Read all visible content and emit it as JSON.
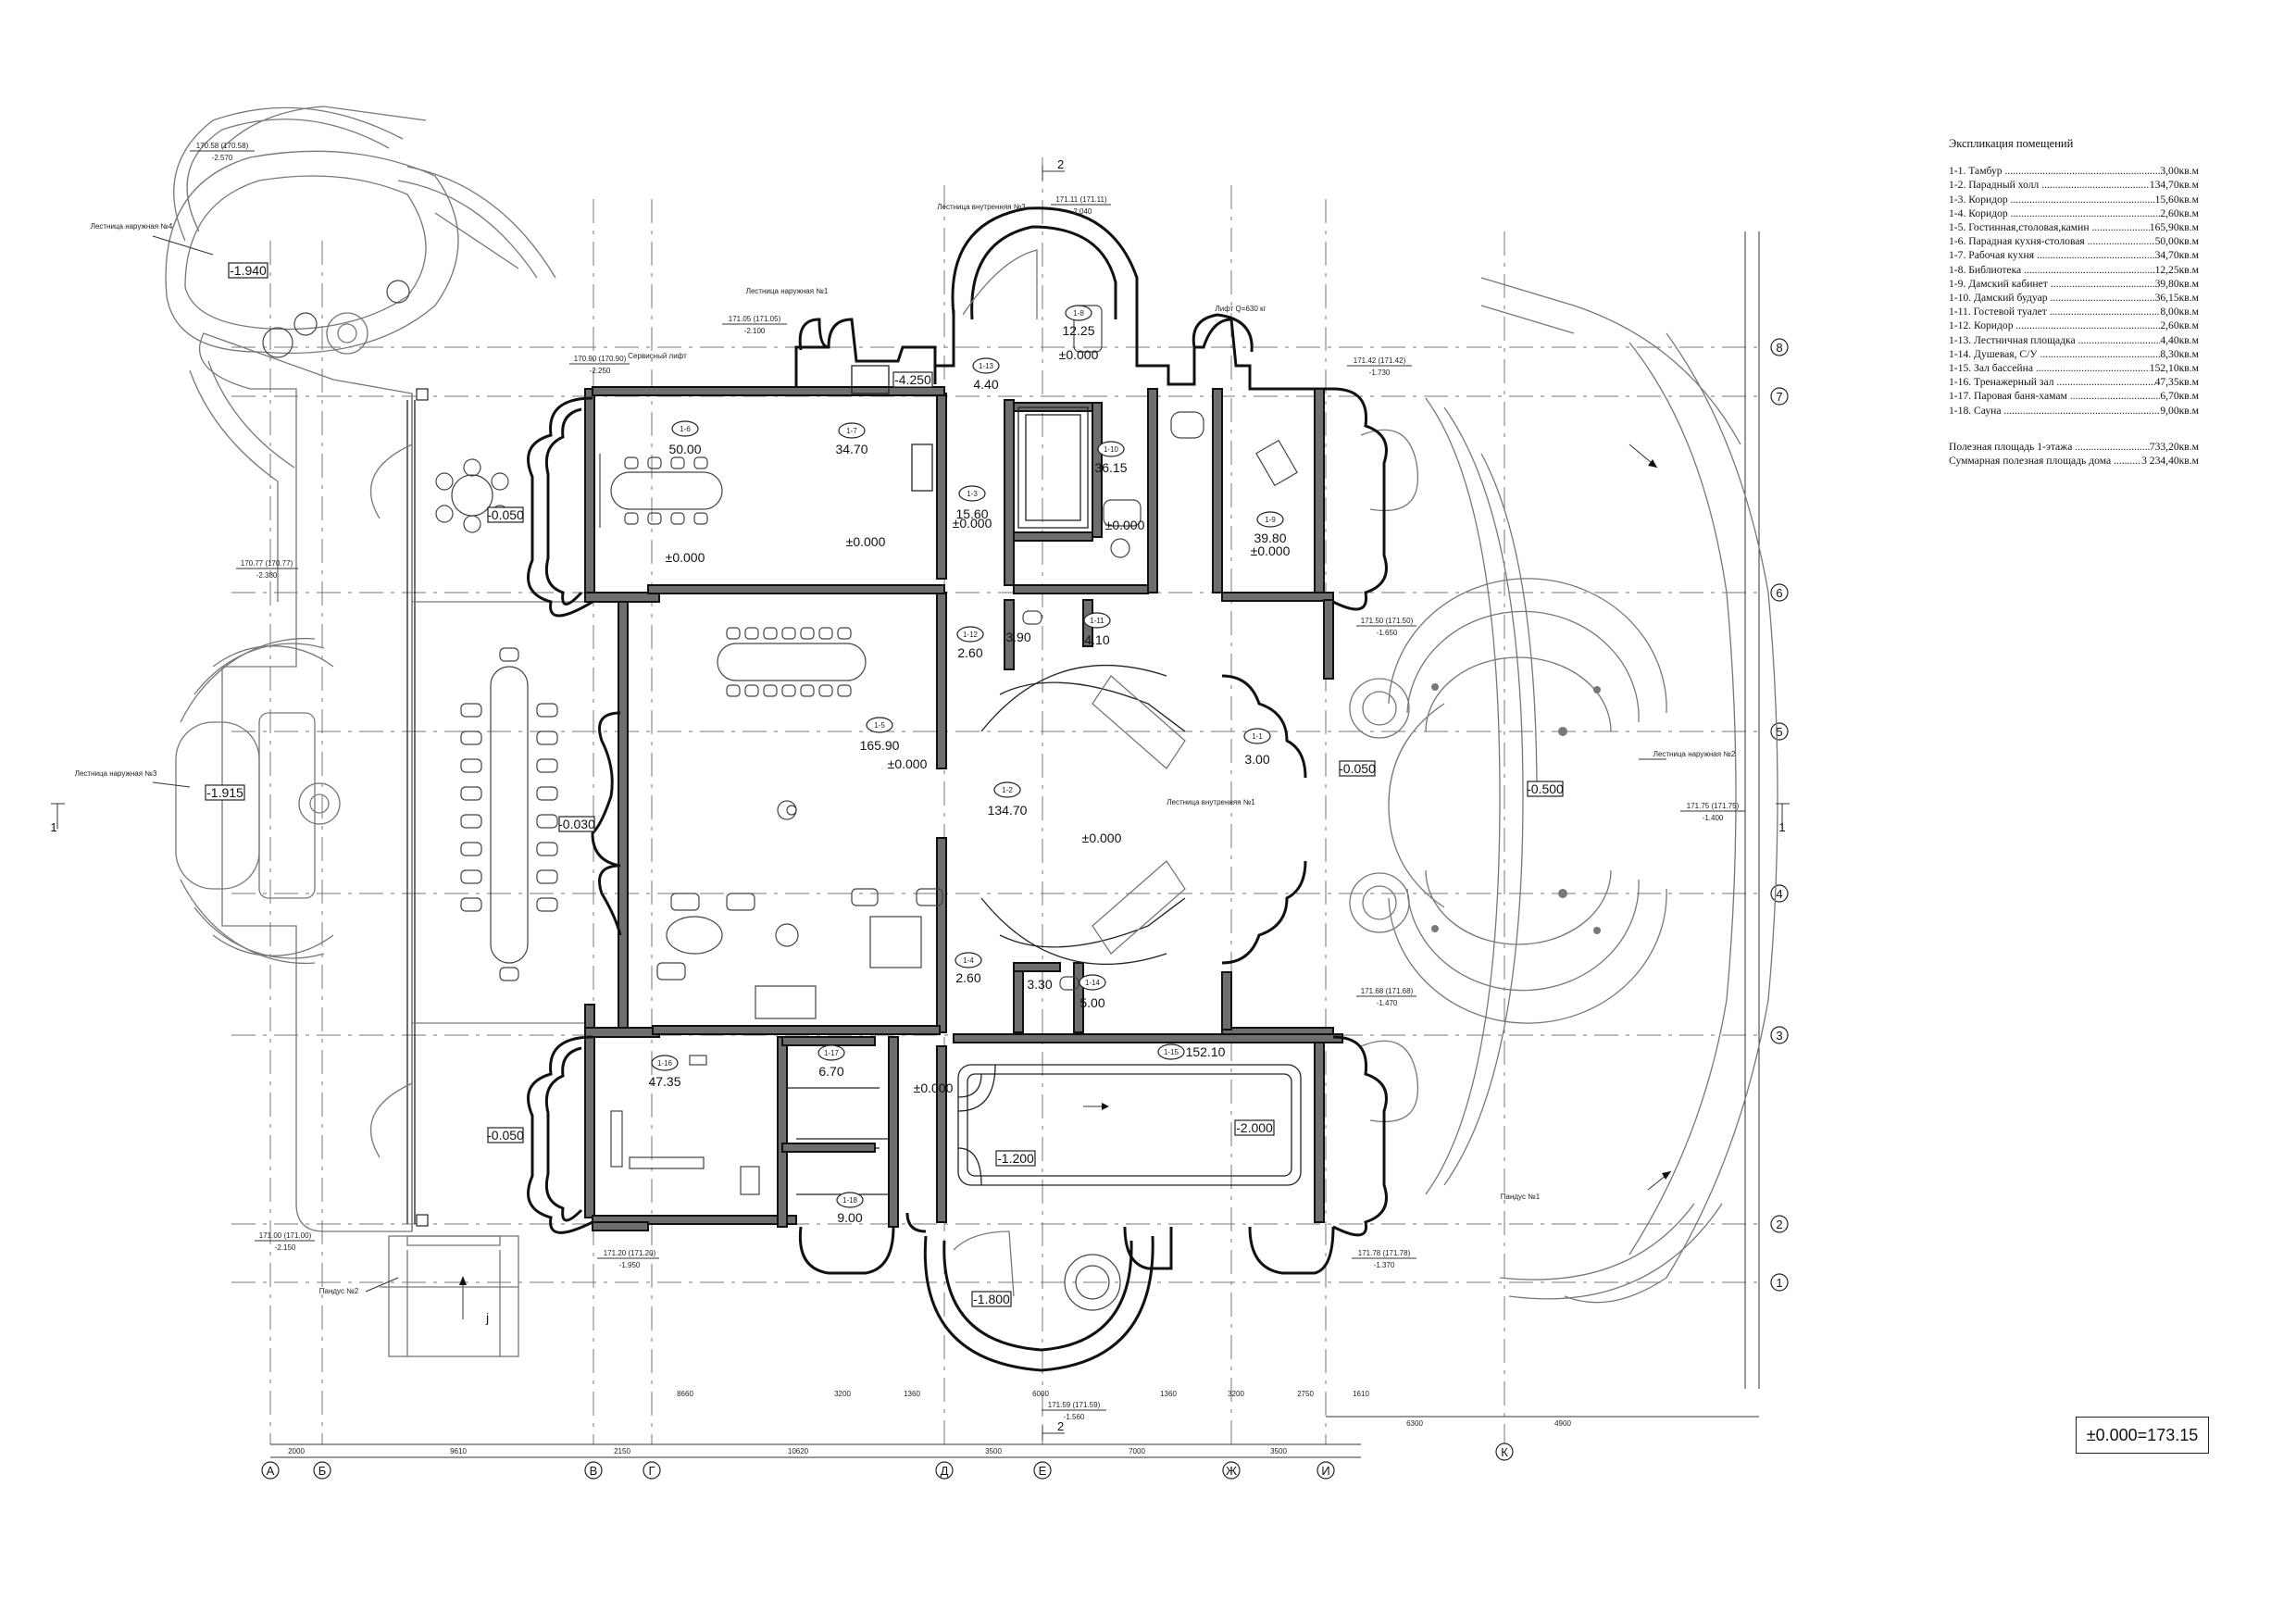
{
  "legend": {
    "title": "Экспликация помещений",
    "rooms": [
      {
        "name": "1-1. Тамбур",
        "area": "3,00кв.м"
      },
      {
        "name": "1-2. Парадный холл",
        "area": "134,70кв.м"
      },
      {
        "name": "1-3. Коридор",
        "area": "15,60кв.м"
      },
      {
        "name": "1-4. Коридор",
        "area": "2,60кв.м"
      },
      {
        "name": "1-5. Гостинная,столовая,камин",
        "area": "165,90кв.м"
      },
      {
        "name": "1-6. Парадная кухня-столовая",
        "area": "50,00кв.м"
      },
      {
        "name": "1-7. Рабочая кухня",
        "area": "34,70кв.м"
      },
      {
        "name": "1-8. Библиотека",
        "area": "12,25кв.м"
      },
      {
        "name": "1-9. Дамский кабинет",
        "area": "39,80кв.м"
      },
      {
        "name": "1-10. Дамский будуар",
        "area": "36,15кв.м"
      },
      {
        "name": "1-11. Гостевой туалет",
        "area": "8,00кв.м"
      },
      {
        "name": "1-12. Коридор",
        "area": "2,60кв.м"
      },
      {
        "name": "1-13. Лестничная площадка",
        "area": "4,40кв.м"
      },
      {
        "name": "1-14. Душевая, С/У",
        "area": "8,30кв.м"
      },
      {
        "name": "1-15. Зал бассейна",
        "area": "152,10кв.м"
      },
      {
        "name": "1-16. Тренажерный зал",
        "area": "47,35кв.м"
      },
      {
        "name": "1-17. Паровая баня-хамам",
        "area": "6,70кв.м"
      },
      {
        "name": "1-18. Сауна",
        "area": "9,00кв.м"
      }
    ],
    "usable_floor": {
      "name": "Полезная площадь 1-этажа",
      "area": "733,20кв.м"
    },
    "usable_total": {
      "name": "Суммарная полезная площадь дома",
      "area": "3 234,40кв.м"
    }
  },
  "elevation_box": "±0.000=173.15",
  "rooms": [
    {
      "id": "1-1",
      "area": "3.00"
    },
    {
      "id": "1-2",
      "area": "134.70"
    },
    {
      "id": "1-3",
      "area": "15.60"
    },
    {
      "id": "1-4",
      "area": "2.60"
    },
    {
      "id": "1-5",
      "area": "165.90"
    },
    {
      "id": "1-6",
      "area": "50.00"
    },
    {
      "id": "1-7",
      "area": "34.70"
    },
    {
      "id": "1-8",
      "area": "12.25"
    },
    {
      "id": "1-9",
      "area": "39.80"
    },
    {
      "id": "1-10",
      "area": "36.15"
    },
    {
      "id": "1-11",
      "area": "4.10"
    },
    {
      "id": "1-12",
      "area": "2.60"
    },
    {
      "id": "1-13",
      "area": "4.40"
    },
    {
      "id": "1-14",
      "area": "5.00"
    },
    {
      "id": "1-15",
      "area": "152.10"
    },
    {
      "id": "1-16",
      "area": "47.35"
    },
    {
      "id": "1-17",
      "area": "6.70"
    },
    {
      "id": "1-18",
      "area": "9.00"
    }
  ],
  "extra_areas": [
    "3.90",
    "3.30"
  ],
  "levels": [
    "±0.000",
    "-0.050",
    "-0.030",
    "-0.500",
    "-1.940",
    "-1.915",
    "-4.250",
    "-1.200",
    "-2.000",
    "-1.800"
  ],
  "elevation_notes": [
    {
      "top": "170.58 (170.58)",
      "bottom": "-2.570"
    },
    {
      "top": "171.05 (171.05)",
      "bottom": "-2.100"
    },
    {
      "top": "170.90 (170.90)",
      "bottom": "-2.250"
    },
    {
      "top": "171.11 (171.11)",
      "bottom": "-2.040"
    },
    {
      "top": "171.42 (171.42)",
      "bottom": "-1.730"
    },
    {
      "top": "170.77 (170.77)",
      "bottom": "-2.380"
    },
    {
      "top": "171.50 (171.50)",
      "bottom": "-1.650"
    },
    {
      "top": "171.75 (171.75)",
      "bottom": "-1.400"
    },
    {
      "top": "171.68 (171.68)",
      "bottom": "-1.470"
    },
    {
      "top": "171.00 (171.00)",
      "bottom": "-2.150"
    },
    {
      "top": "171.20 (171.20)",
      "bottom": "-1.950"
    },
    {
      "top": "171.78 (171.78)",
      "bottom": "-1.370"
    },
    {
      "top": "171.59 (171.59)",
      "bottom": "-1.560"
    }
  ],
  "labels": {
    "stair_ext_4": "Лестница наружная №4",
    "stair_ext_1": "Лестница наружная №1",
    "stair_ext_3": "Лестница наружная №3",
    "stair_ext_2": "Лестница наружная №2",
    "stair_int_3": "Лестница внутренняя №3",
    "stair_int_1": "Лестница внутренняя №1",
    "service_lift": "Сервисный лифт",
    "lift": "Лифт Q=630 кг",
    "ramp_1": "Пандус №1",
    "ramp_2": "Пандус №2",
    "section": "2",
    "section_side": "1"
  },
  "axes": {
    "letters": [
      "А",
      "Б",
      "В",
      "Г",
      "Д",
      "Е",
      "Ж",
      "И",
      "К"
    ],
    "numbers": [
      "8",
      "7",
      "6",
      "5",
      "4",
      "3",
      "2",
      "1"
    ]
  },
  "dims": {
    "bottom_1": [
      "8660",
      "3200",
      "1360",
      "6000",
      "1360",
      "3200",
      "2750",
      "1610"
    ],
    "bottom_2": [
      "2000",
      "9610",
      "2150",
      "10620",
      "3500",
      "7000",
      "3500",
      "6300",
      "4900"
    ]
  }
}
